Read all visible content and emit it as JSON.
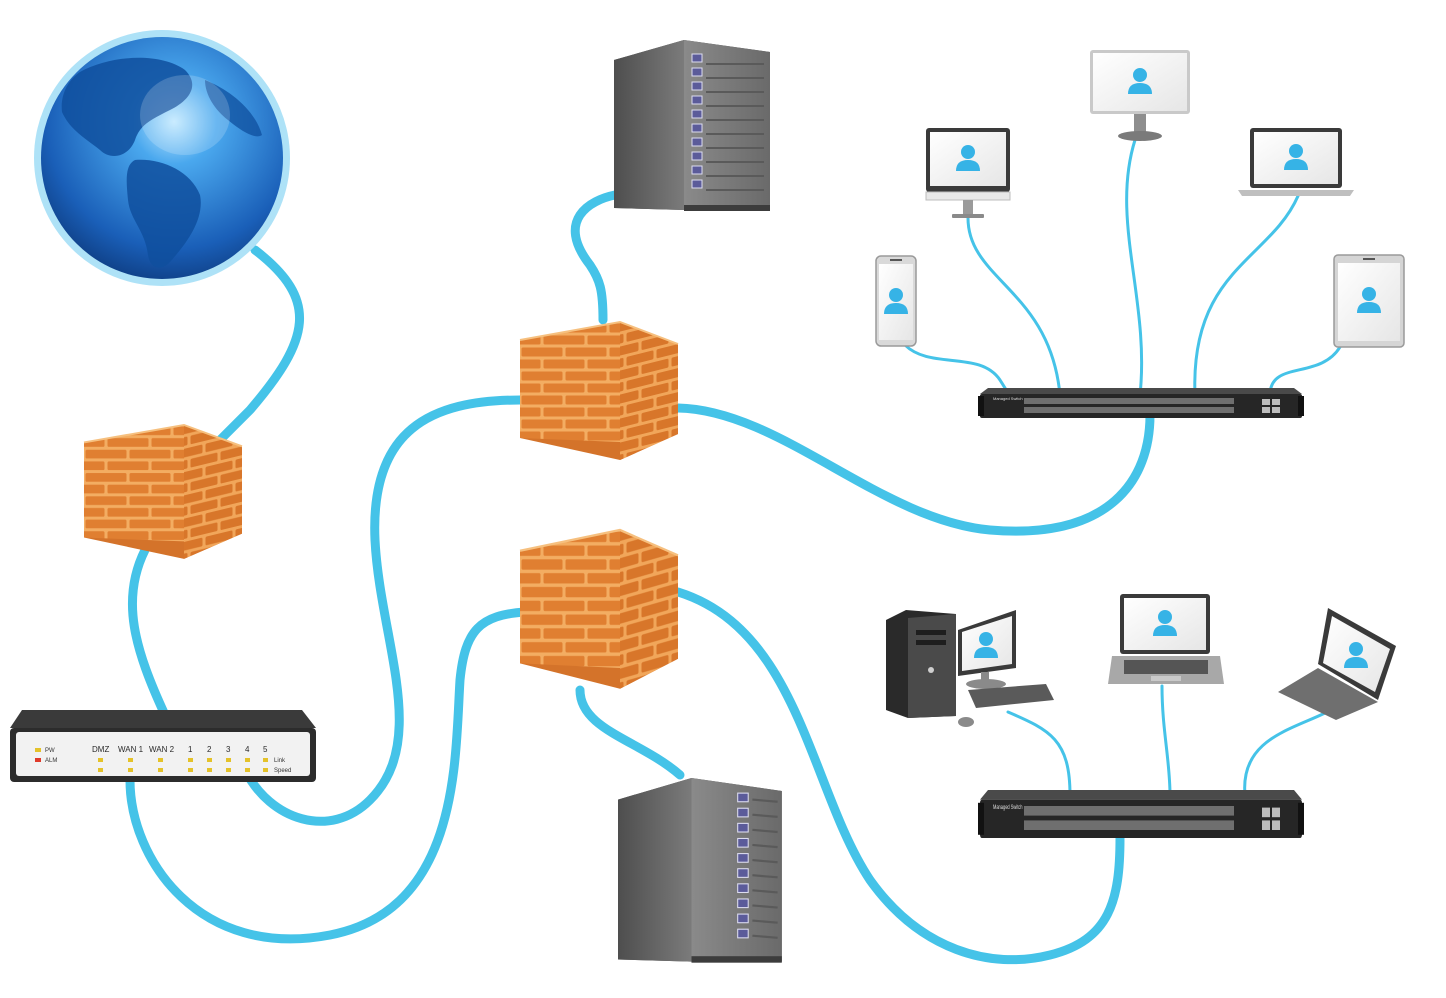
{
  "router": {
    "pw": "PW",
    "alm": "ALM",
    "dmz": "DMZ",
    "wan1": "WAN 1",
    "wan2": "WAN 2",
    "ports": [
      "1",
      "2",
      "3",
      "4",
      "5"
    ],
    "link": "Link",
    "speed": "Speed"
  },
  "switches": {
    "top_label": "Managed Switch",
    "bottom_label": "Managed Switch"
  },
  "colors": {
    "cable": "#45c3e8",
    "cable_dark": "#2aa9d0",
    "brick": "#e8873a",
    "brick_mortar": "#f6b266",
    "server": "#6e6e6e",
    "globe": "#1c76c9",
    "user_icon": "#36b3e6"
  },
  "icons": [
    "globe-icon",
    "firewall-icon",
    "server-icon",
    "router-icon",
    "switch-icon",
    "desktop-icon",
    "laptop-icon",
    "phone-icon",
    "tablet-icon",
    "user-icon"
  ]
}
